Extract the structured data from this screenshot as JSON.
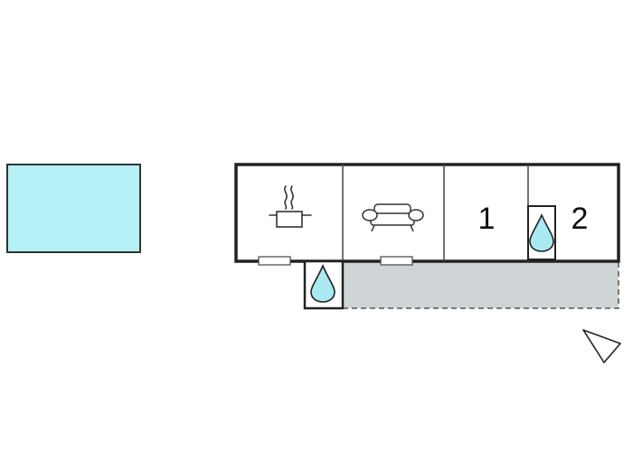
{
  "plan": {
    "pool_color": "#b3f1f6",
    "terrace_color": "#cfd5d6",
    "water_color": "#a9e9f2",
    "wall_color": "#222222",
    "rooms": [
      {
        "id": "kitchen",
        "icon": "cooking-pot-icon"
      },
      {
        "id": "living-room",
        "icon": "sofa-icon"
      },
      {
        "id": "bedroom-1",
        "label": "1"
      },
      {
        "id": "bedroom-2",
        "label": "2"
      }
    ],
    "bathrooms": [
      {
        "id": "bathroom-main",
        "icon": "water-drop-icon"
      },
      {
        "id": "bathroom-ensuite",
        "icon": "water-drop-icon"
      }
    ],
    "compass": {
      "icon": "north-arrow-icon"
    }
  }
}
